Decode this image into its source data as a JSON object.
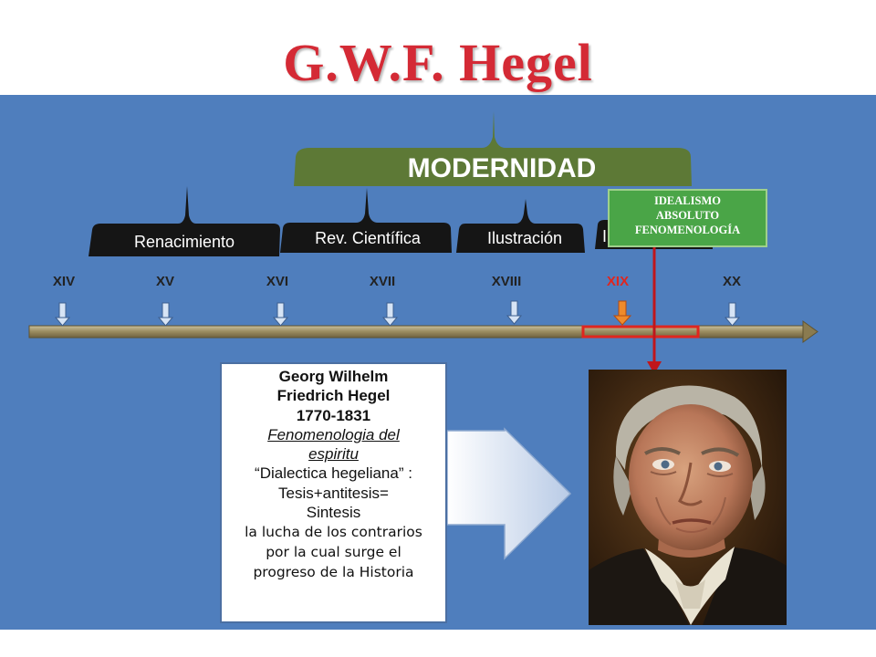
{
  "header": {
    "title": "G.W.F. Hegel"
  },
  "era": {
    "label": "MODERNIDAD"
  },
  "periods": [
    {
      "label": "Renacimiento"
    },
    {
      "label": "Rev. Científica"
    },
    {
      "label": "Ilustración"
    },
    {
      "label": "I"
    }
  ],
  "centuries": [
    "XIV",
    "XV",
    "XVI",
    "XVII",
    "XVIII",
    "XIX",
    "XX"
  ],
  "highlighted_century": "XIX",
  "callout": {
    "lines": [
      "IDEALISMO",
      "ABSOLUTO",
      "FENOMENOLOGÍA"
    ]
  },
  "info": {
    "name_line1": "Georg Wilhelm",
    "name_line2": "Friedrich Hegel",
    "dates": "1770-1831",
    "work_line1": "Fenomenologia del",
    "work_line2": "espiritu",
    "dialectic_line1": "“Dialectica hegeliana” :",
    "dialectic_line2": "Tesis+antitesis=",
    "dialectic_line3": "Sintesis",
    "summary_line1": "la lucha de los contrarios",
    "summary_line2": "por la cual surge el",
    "summary_line3": "progreso de la Historia"
  },
  "colors": {
    "title": "#d42a35",
    "panel": "#4f7ebd",
    "era_bar": "#5d7936",
    "period_bar": "#151515",
    "timeline_bar": "#9a8b5f",
    "highlight": "#e0261e",
    "marker_arrow": "#d7e4f5",
    "marker_highlight": "#ee8b2c",
    "callout_bg": "#4aa547"
  },
  "icons": {
    "portrait": "portrait-of-hegel",
    "big_arrow": "right-arrow-icon"
  }
}
